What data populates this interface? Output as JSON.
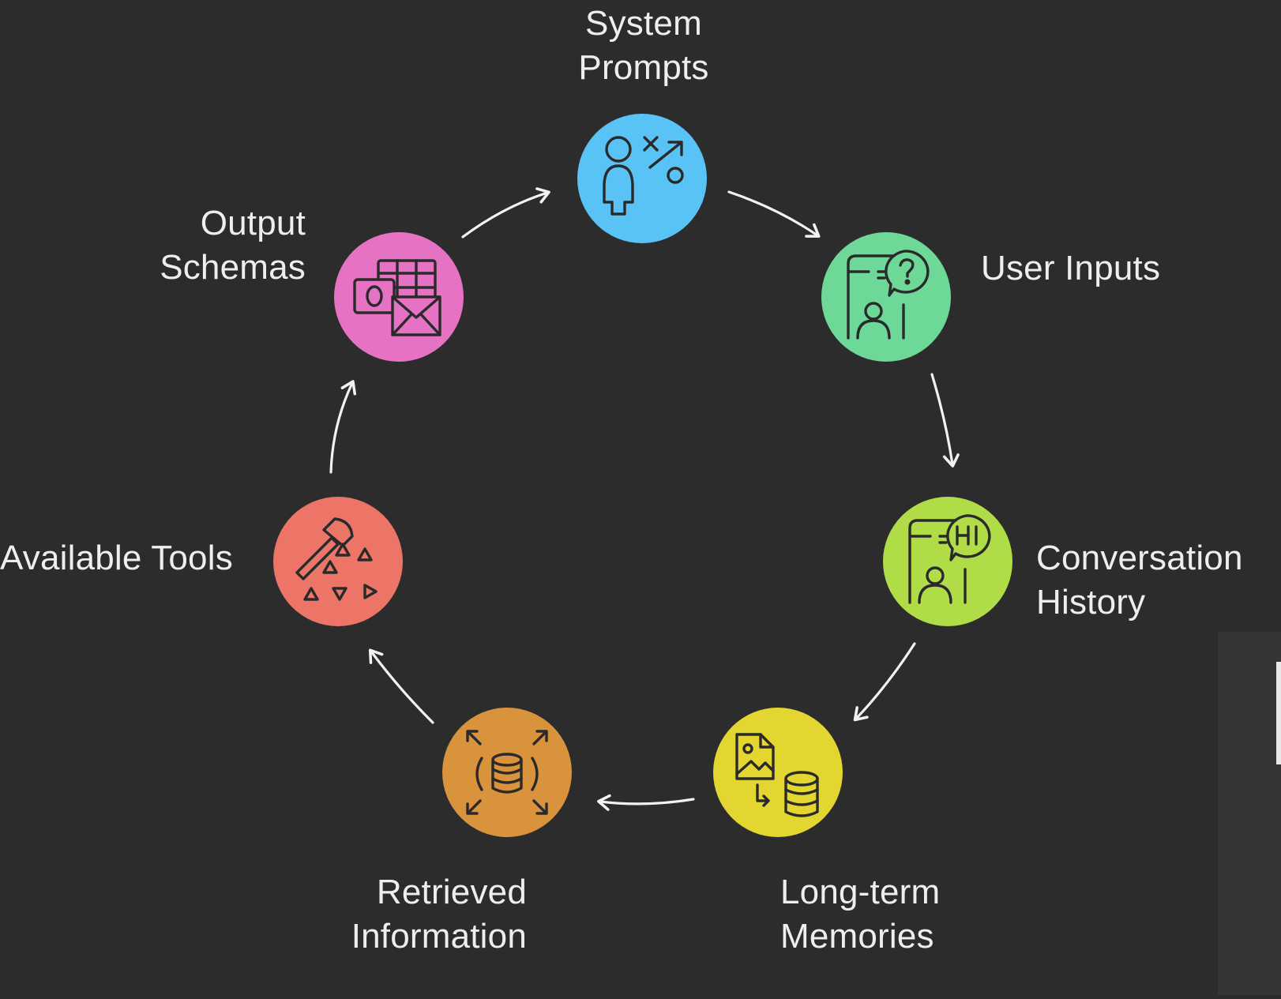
{
  "diagram": {
    "background": "#2c2c2c",
    "arrow_color": "#f2f2f2",
    "icon_stroke": "#2a2a2a",
    "nodes": [
      {
        "id": "system-prompts",
        "icon": "strategy-person-icon",
        "color": "#5ac3f5",
        "label": [
          "System",
          "Prompts"
        ]
      },
      {
        "id": "user-inputs",
        "icon": "phone-question-user-icon",
        "color": "#6ed898",
        "label": [
          "User Inputs"
        ]
      },
      {
        "id": "conversation-history",
        "icon": "phone-hi-chat-icon",
        "color": "#b0dd47",
        "label": [
          "Conversation",
          "History"
        ]
      },
      {
        "id": "long-term-memories",
        "icon": "image-to-database-icon",
        "color": "#e3d631",
        "label": [
          "Long-term",
          "Memories"
        ]
      },
      {
        "id": "retrieved-information",
        "icon": "database-retrieval-icon",
        "color": "#d9933c",
        "label": [
          "Retrieved",
          "Information"
        ]
      },
      {
        "id": "available-tools",
        "icon": "axe-tools-icon",
        "color": "#ec7568",
        "label": [
          "Available Tools"
        ]
      },
      {
        "id": "output-schemas",
        "icon": "email-table-icon",
        "color": "#e672c4",
        "label": [
          "Output",
          "Schemas"
        ]
      }
    ]
  }
}
